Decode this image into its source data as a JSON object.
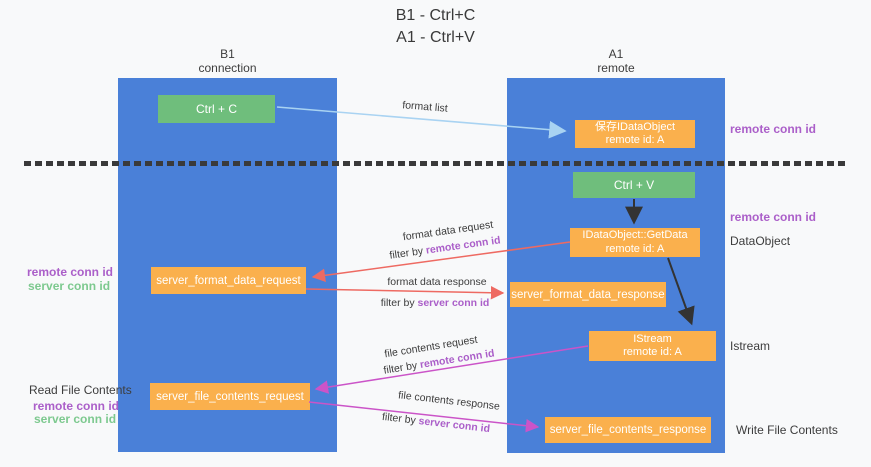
{
  "title": {
    "line1": "B1 - Ctrl+C",
    "line2": "A1 - Ctrl+V"
  },
  "lanes": {
    "left": {
      "name": "B1",
      "subtitle": "connection"
    },
    "right": {
      "name": "A1",
      "subtitle": "remote"
    }
  },
  "nodes": {
    "ctrl_c": {
      "label": "Ctrl + C"
    },
    "ctrl_v": {
      "label": "Ctrl + V"
    },
    "save_dataobject": {
      "line1": "保存IDataObject",
      "line2": "remote id: A"
    },
    "getdata": {
      "line1": "IDataObject::GetData",
      "line2": "remote id: A"
    },
    "istream": {
      "line1": "IStream",
      "line2": "remote id: A"
    },
    "server_format_data_request": {
      "label": "server_format_data_request"
    },
    "server_format_data_response": {
      "label": "server_format_data_response"
    },
    "server_file_contents_request": {
      "label": "server_file_contents_request"
    },
    "server_file_contents_response": {
      "label": "server_file_contents_response"
    }
  },
  "flow_labels": {
    "format_list": "format list",
    "format_data_request": "format data request",
    "format_data_request_filter": {
      "prefix": "filter by",
      "id": "remote conn id"
    },
    "format_data_response": "format data response",
    "format_data_response_filter": {
      "prefix": "filter by",
      "id": "server conn id"
    },
    "file_contents_request": "file contents request",
    "file_contents_request_filter": {
      "prefix": "filter by",
      "id": "remote conn id"
    },
    "file_contents_response": "file contents response",
    "file_contents_response_filter": {
      "prefix": "filter by",
      "id": "server conn id"
    }
  },
  "margin_labels": {
    "right_top_conn_id": "remote conn id",
    "right_mid_conn_id": "remote conn id",
    "dataobject": "DataObject",
    "istream": "Istream",
    "write_file_contents": "Write File Contents",
    "read_file_contents": "Read File Contents",
    "format_remote_conn_id": "remote conn id",
    "format_server_conn_id": "server conn id",
    "file_remote_conn_id": "remote conn id",
    "file_server_conn_id": "server conn id"
  },
  "colors": {
    "lane_blue": "#4a80d8",
    "node_green": "#6fbe7c",
    "node_orange": "#fab04d",
    "arrow_lightblue": "#a9d3f2",
    "arrow_red": "#ee6a62",
    "arrow_magenta": "#cb54c8",
    "arrow_black": "#333333",
    "text_purple": "#ab5fc9",
    "text_green": "#7dc98f",
    "text_dark": "#3d3d3d"
  }
}
